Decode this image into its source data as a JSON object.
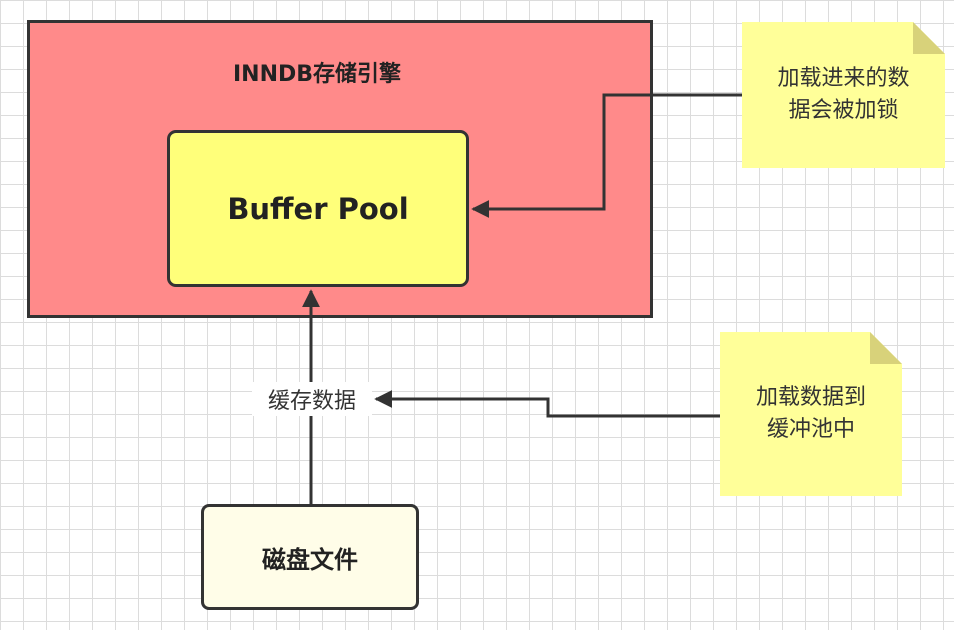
{
  "diagram": {
    "engine_title": "INNDB存储引擎",
    "buffer_pool_label": "Buffer Pool",
    "disk_file_label": "磁盘文件",
    "cache_label": "缓存数据",
    "notes": {
      "lock": {
        "line1": "加载进来的数",
        "line2": "据会被加锁"
      },
      "load": {
        "line1": "加载数据到",
        "line2": "缓冲池中"
      }
    },
    "colors": {
      "engine_fill": "#ff8a8a",
      "buffer_pool_fill": "#ffff7a",
      "disk_fill": "#fffde8",
      "note_fill": "#ffff99",
      "stroke": "#333333"
    }
  }
}
